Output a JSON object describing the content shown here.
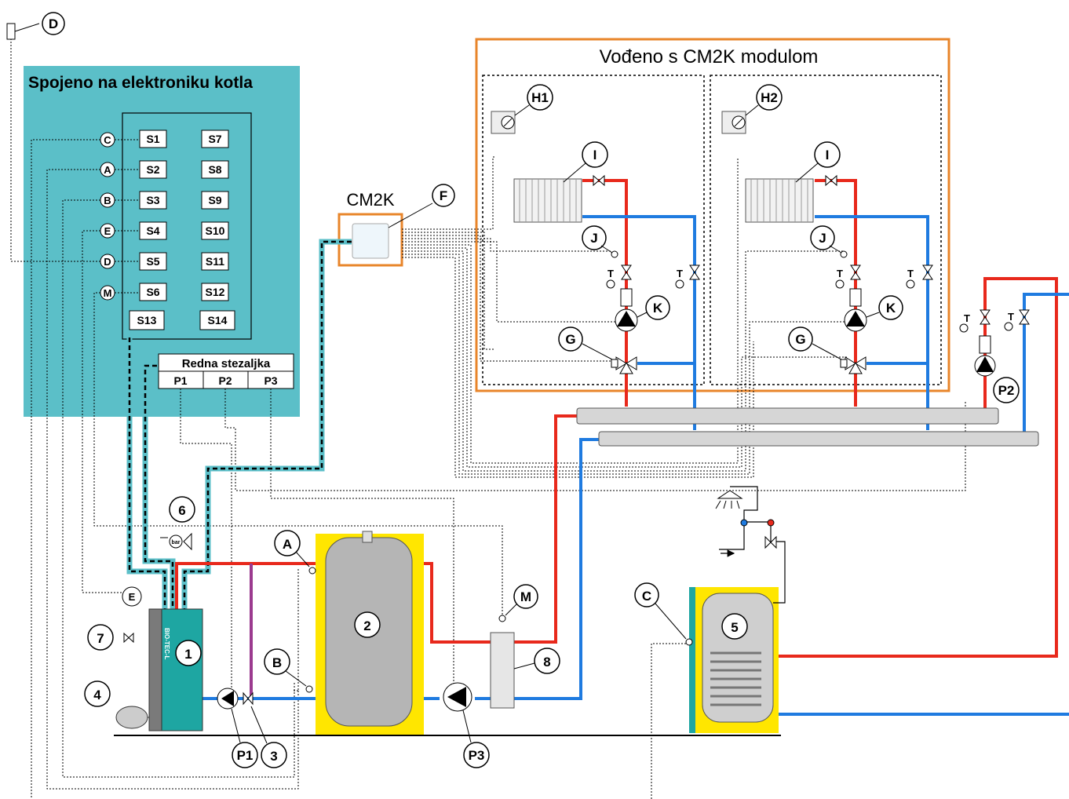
{
  "colors": {
    "controller_panel": "#5bbfc8",
    "cm2k_frame": "#e8852a",
    "hot_pipe": "#e8291c",
    "cold_pipe": "#1f7be0",
    "boiler": "#1ea6a2",
    "insulation": "#ffe600",
    "distributor": "#d6d6d6"
  },
  "panel": {
    "title": "Spojeno na elektroniku kotla",
    "sensor_terminals": [
      "S1",
      "S2",
      "S3",
      "S4",
      "S5",
      "S6",
      "S13",
      "S7",
      "S8",
      "S9",
      "S10",
      "S11",
      "S12",
      "S14"
    ],
    "sensor_links": [
      "C",
      "A",
      "B",
      "E",
      "D",
      "M"
    ],
    "terminal_block": {
      "title": "Redna stezaljka",
      "terminals": [
        "P1",
        "P2",
        "P3"
      ]
    }
  },
  "module": {
    "frame_title": "Vođeno s CM2K modulom",
    "device_label": "CM2K",
    "device_marker": "F"
  },
  "circuits": [
    {
      "thermostat": "H1",
      "radiator": "I",
      "sensor": "J",
      "pump": "K",
      "mixing_valve": "G"
    },
    {
      "thermostat": "H2",
      "radiator": "I",
      "sensor": "J",
      "pump": "K",
      "mixing_valve": "G"
    }
  ],
  "outdoor_sensor": "D",
  "boiler_sensor": "E",
  "accumulator_sensors": [
    "A",
    "B"
  ],
  "dhw_sensor": "C",
  "hydraulic_separator_sensor": "M",
  "dhw_pump": "P2",
  "thermometer_label": "T",
  "boiler_brand": "BIO-TEC-L",
  "pressure_gauge": "bar",
  "components": [
    "1",
    "2",
    "3",
    "4",
    "5",
    "6",
    "7",
    "8"
  ],
  "pumps": [
    "P1",
    "P3"
  ]
}
